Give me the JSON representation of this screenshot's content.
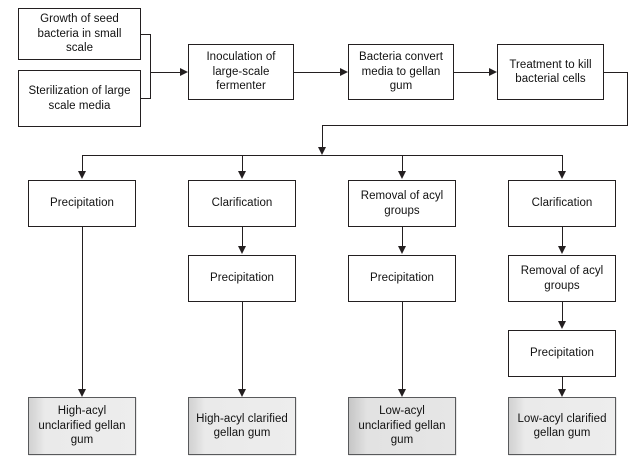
{
  "diagram": {
    "title": "Gellan gum production flowchart",
    "colors": {
      "stroke": "#231f20",
      "box_fill": "#ffffff",
      "product_fill": "#e9e9e9",
      "product_stroke": "#58595b",
      "background": "#ffffff"
    },
    "nodes": {
      "growth_seed": "Growth of seed bacteria in small scale",
      "sterilization": "Sterilization of large scale media",
      "inoculation": "Inoculation of large-scale fermenter",
      "convert": "Bacteria convert media to gellan gum",
      "treatment": "Treatment to kill bacterial cells",
      "b1_step1": "Precipitation",
      "b2_step1": "Clarification",
      "b2_step2": "Precipitation",
      "b3_step1": "Removal of acyl groups",
      "b3_step2": "Precipitation",
      "b4_step1": "Clarification",
      "b4_step2": "Removal of acyl groups",
      "b4_step3": "Precipitation",
      "product1": "High-acyl unclarified gellan gum",
      "product2": "High-acyl clarified gellan gum",
      "product3": "Low-acyl unclarified gellan gum",
      "product4": "Low-acyl clarified gellan gum"
    }
  }
}
